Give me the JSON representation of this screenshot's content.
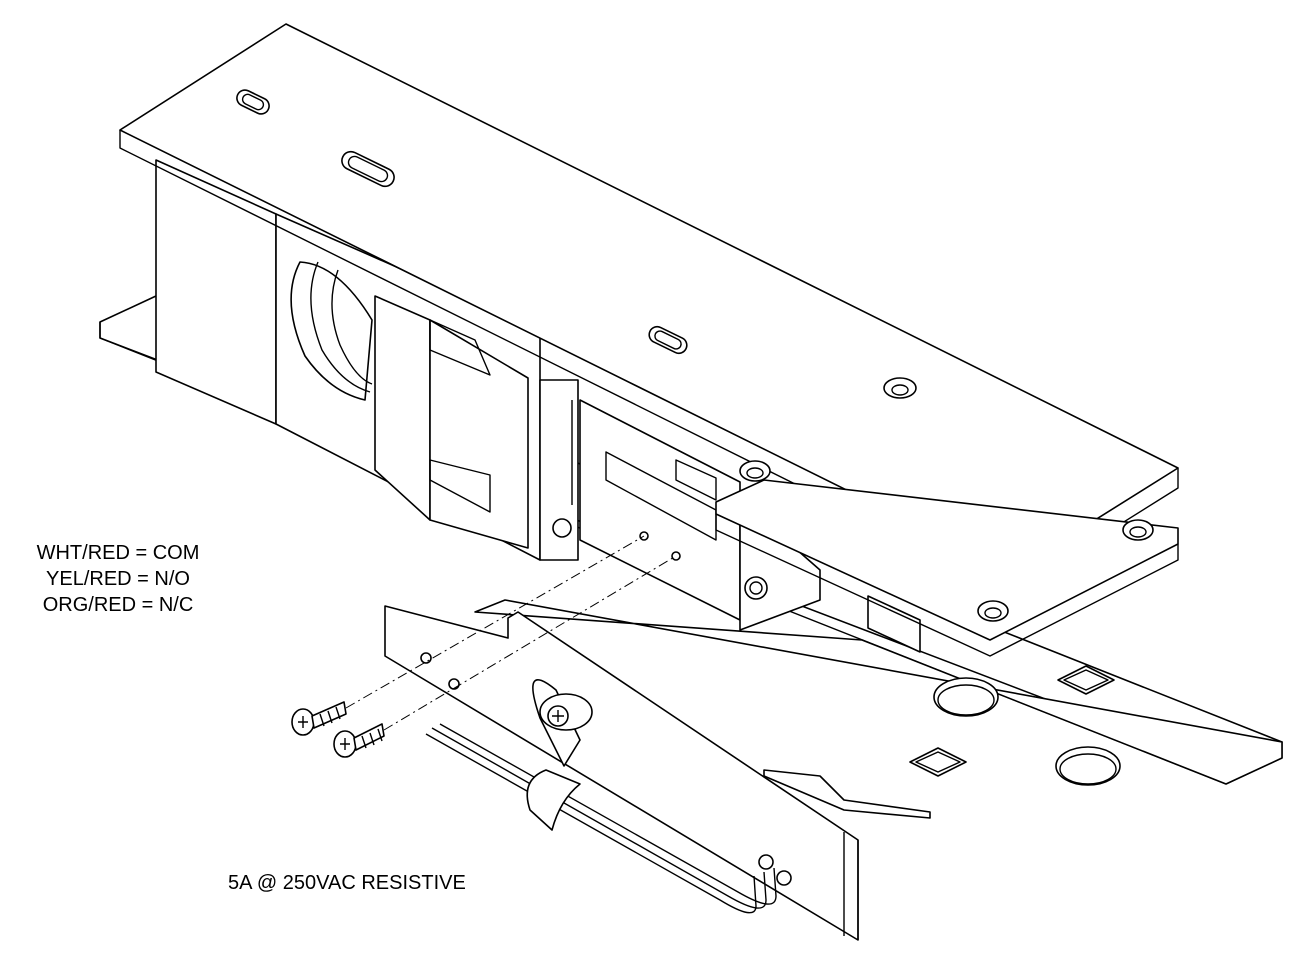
{
  "wire_legend": [
    "WHT/RED = COM",
    "YEL/RED = N/O",
    "ORG/RED = N/C"
  ],
  "rating_note": "5A @ 250VAC RESISTIVE",
  "colors": {
    "line": "#000000",
    "background": "#ffffff"
  }
}
